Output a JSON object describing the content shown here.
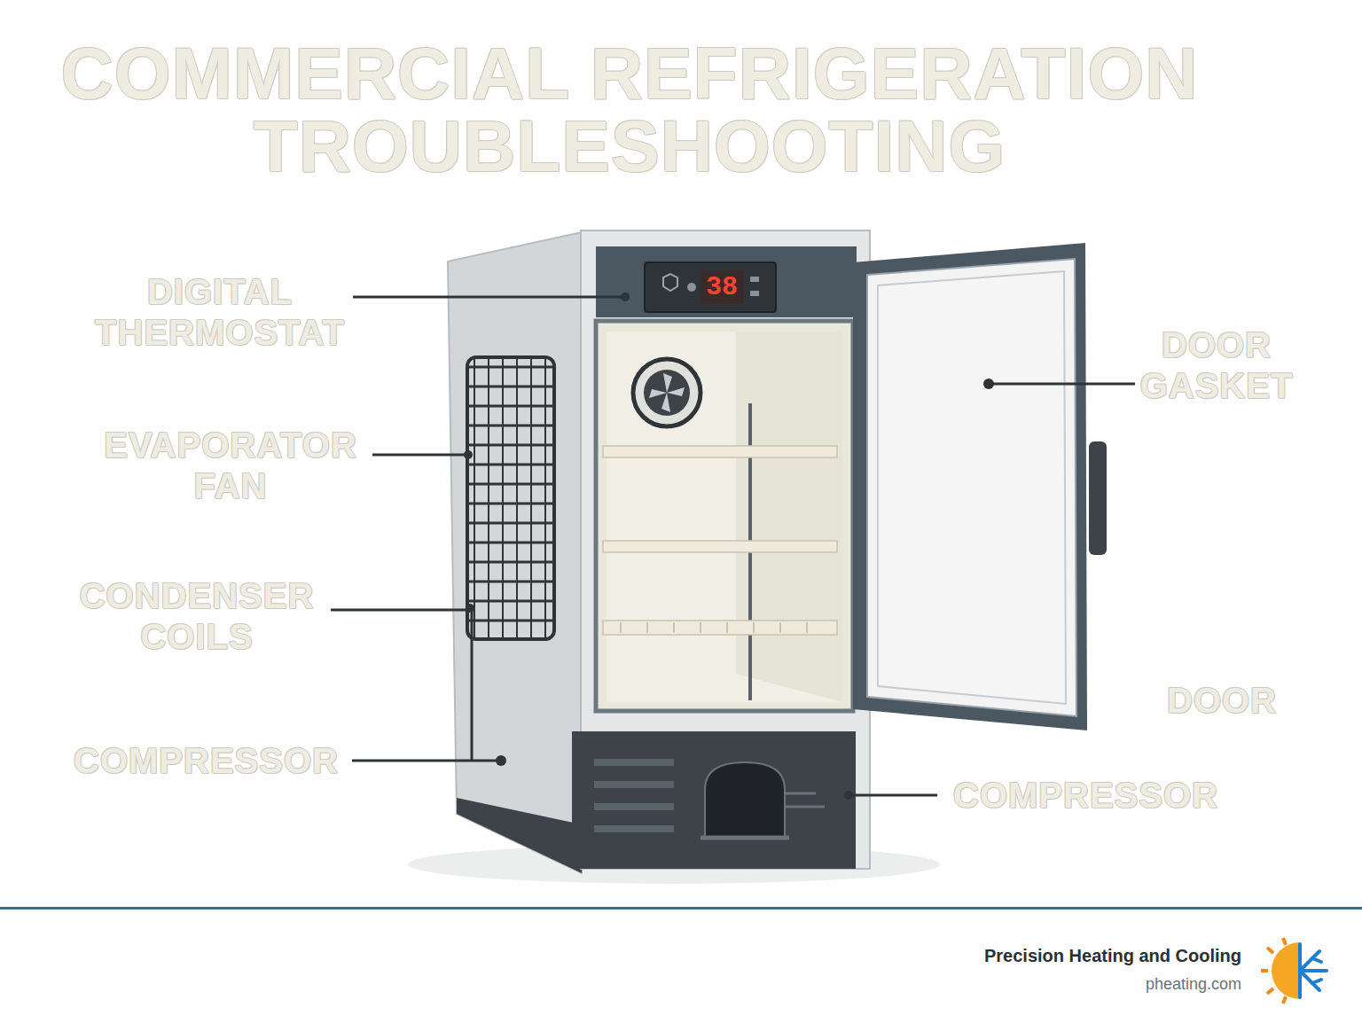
{
  "diagram": {
    "title": "COMMERCIAL REFRIGERATION TROUBLESHOOTING",
    "labels": [
      "DIGITAL THERMOSTAT",
      "38",
      "EVAPORATOR FAN",
      "CONDENSER COILS",
      "COMPRESSOR",
      "DOOR GASKET",
      "DOOR",
      "COMPRESSOR",
      "Precision Heating and Cooling",
      "pheating.com"
    ]
  }
}
